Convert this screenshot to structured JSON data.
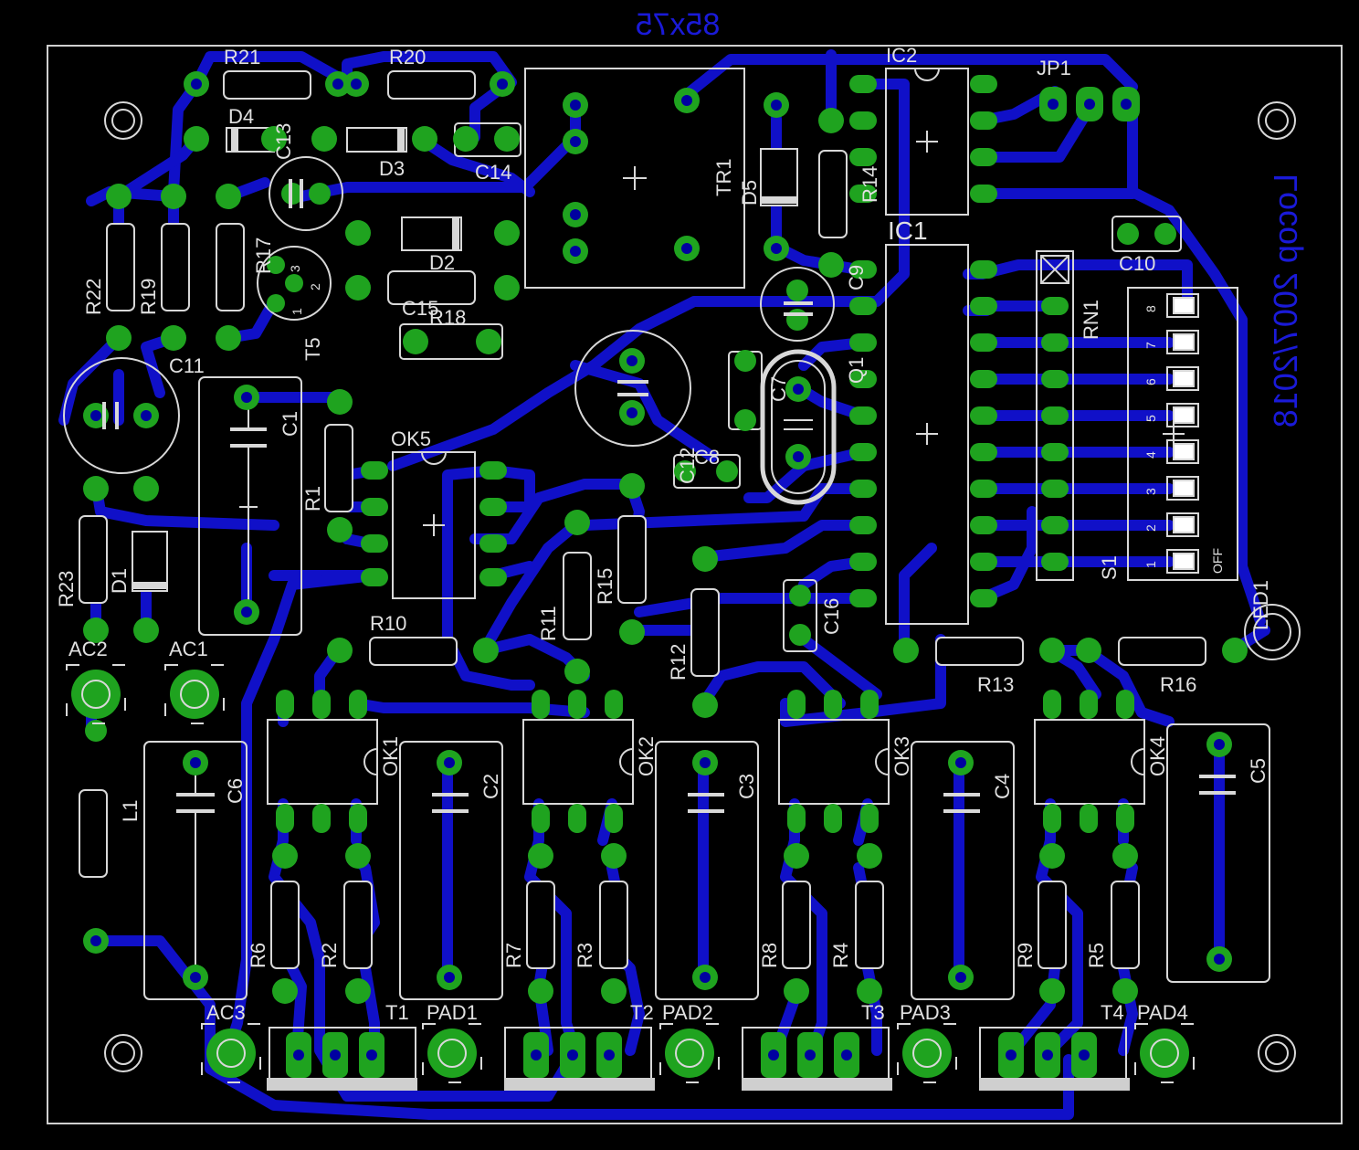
{
  "board": {
    "size_text": "85x75",
    "side_text": "Locop 2007/2018",
    "colors": {
      "background": "#000000",
      "trace": "#1010c8",
      "pad": "#1fa31f",
      "silk": "#d8d8d8",
      "via": "#0000a0",
      "highlight": "#40b0c0"
    }
  },
  "components": {
    "resistors": [
      "R21",
      "R20",
      "R22",
      "R19",
      "R17",
      "R18",
      "R1",
      "R23",
      "R10",
      "R11",
      "R15",
      "R12",
      "R14",
      "R13",
      "R16",
      "R6",
      "R2",
      "R7",
      "R3",
      "R8",
      "R4",
      "R9",
      "R5"
    ],
    "capacitors": [
      "C13",
      "C14",
      "C12",
      "C11",
      "C1",
      "C9",
      "C7",
      "C8",
      "C16",
      "C10",
      "C6",
      "C2",
      "C3",
      "C4",
      "C5",
      "C15"
    ],
    "diodes": [
      "D4",
      "D3",
      "D2",
      "D5",
      "D1"
    ],
    "ics": [
      "IC2",
      "IC1",
      "OK5",
      "OK1",
      "OK2",
      "OK3",
      "OK4"
    ],
    "misc": [
      "TR1",
      "T5",
      "Q1",
      "RN1",
      "S1",
      "JP1",
      "L1",
      "AC1",
      "AC2",
      "AC3",
      "LED1",
      "T1",
      "T2",
      "T3",
      "T4",
      "PAD1",
      "PAD2",
      "PAD3",
      "PAD4"
    ]
  },
  "switch": {
    "positions": [
      "1",
      "2",
      "3",
      "4",
      "5",
      "6",
      "7",
      "8"
    ],
    "off_label": "OFF"
  },
  "t5_pins": [
    "1",
    "2",
    "3"
  ]
}
